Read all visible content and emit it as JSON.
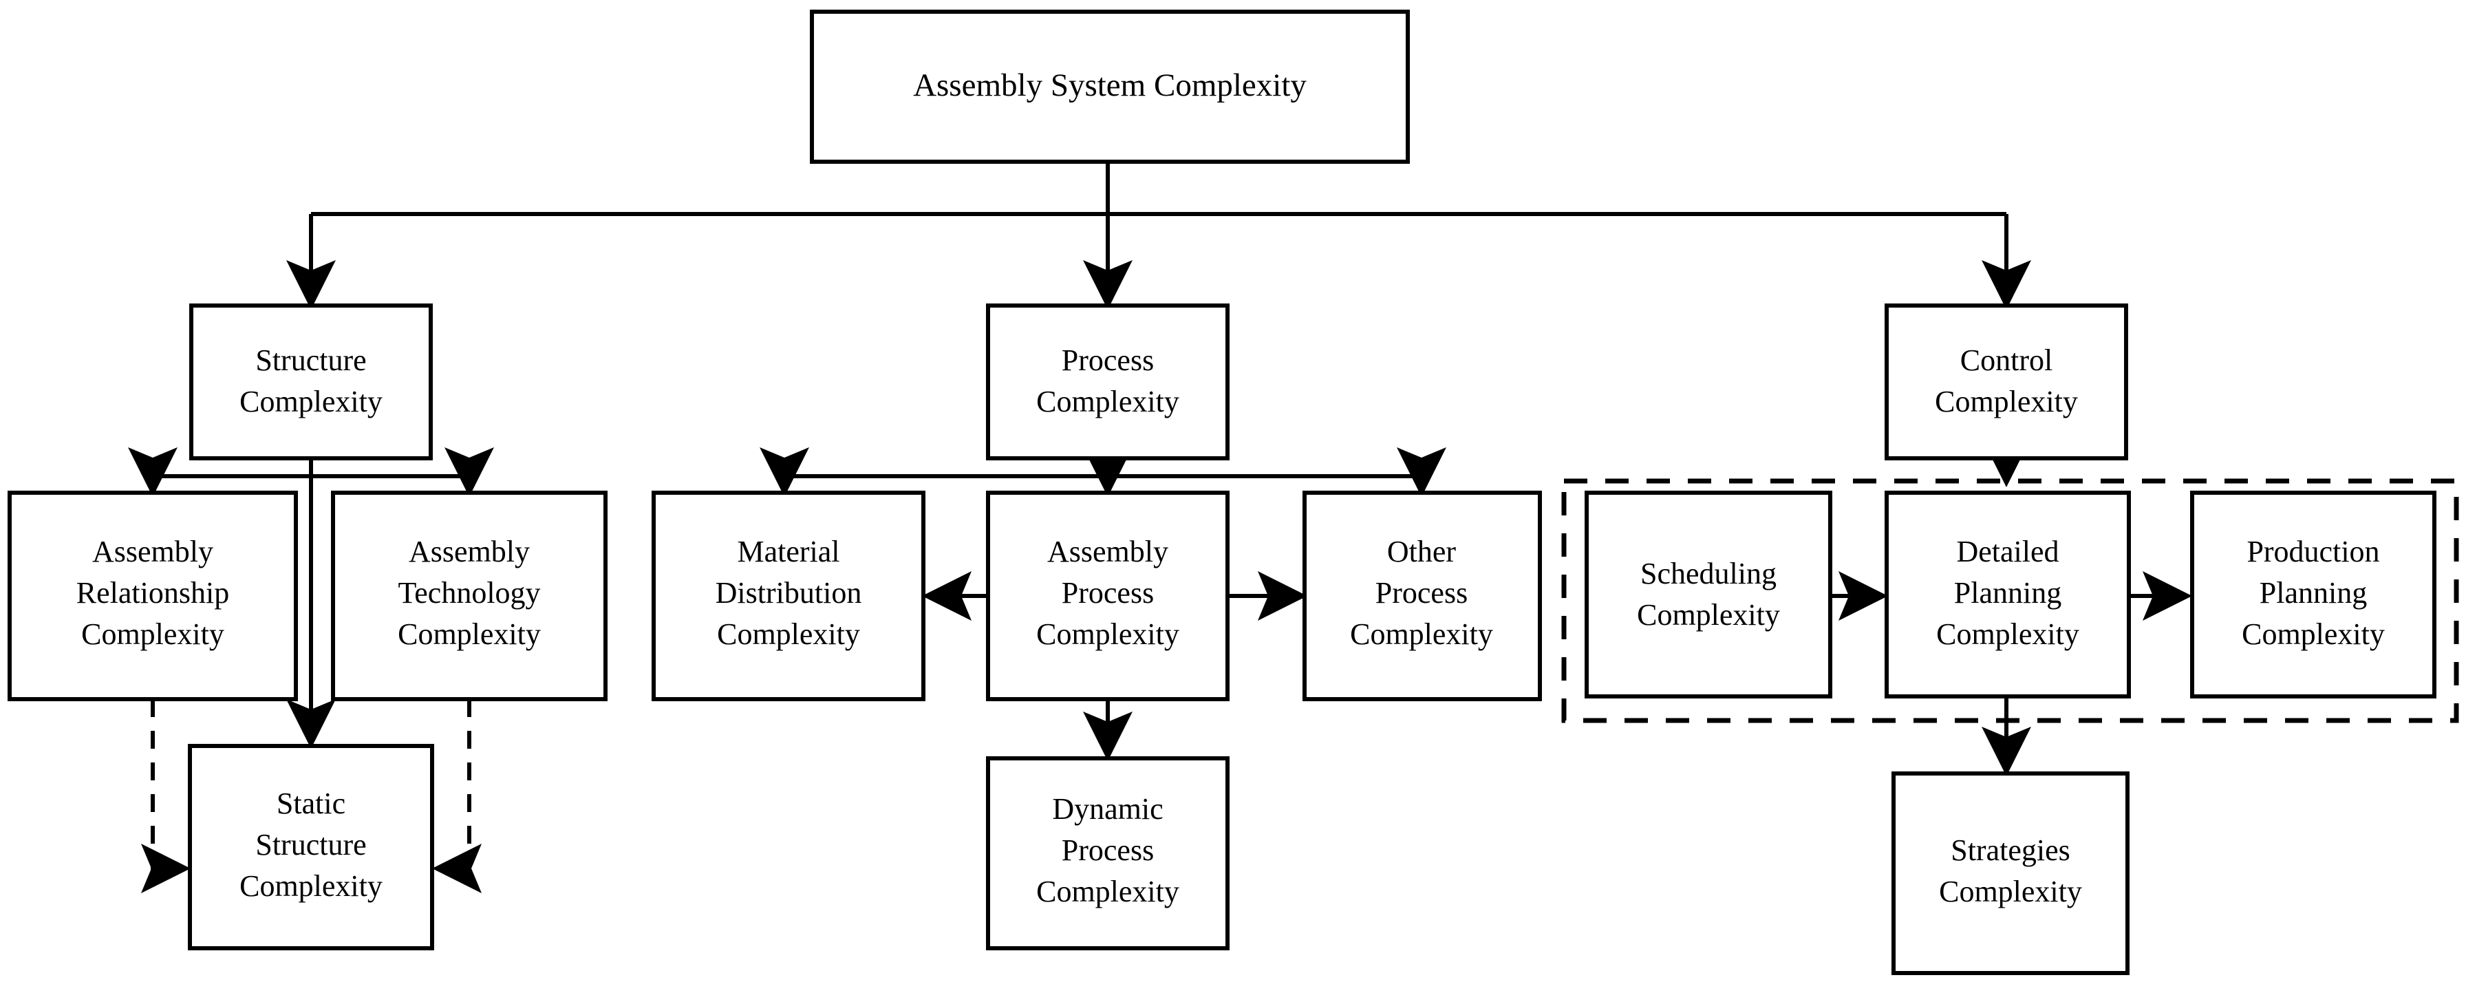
{
  "diagram": {
    "title": "Assembly System Complexity taxonomy",
    "colors": {
      "background": "#ffffff",
      "stroke": "#000000",
      "node_fill": "#ffffff"
    },
    "nodes": {
      "root": {
        "label": "Assembly System Complexity",
        "lines": [
          "Assembly System Complexity"
        ]
      },
      "structure": {
        "label": "Structure Complexity",
        "lines": [
          "Structure",
          "Complexity"
        ]
      },
      "process": {
        "label": "Process Complexity",
        "lines": [
          "Process",
          "Complexity"
        ]
      },
      "control": {
        "label": "Control Complexity",
        "lines": [
          "Control",
          "Complexity"
        ]
      },
      "assembly_relationship": {
        "label": "Assembly Relationship Complexity",
        "lines": [
          "Assembly",
          "Relationship",
          "Complexity"
        ]
      },
      "assembly_technology": {
        "label": "Assembly Technology Complexity",
        "lines": [
          "Assembly",
          "Technology",
          "Complexity"
        ]
      },
      "static_structure": {
        "label": "Static Structure Complexity",
        "lines": [
          "Static",
          "Structure",
          "Complexity"
        ]
      },
      "material_distribution": {
        "label": "Material Distribution Complexity",
        "lines": [
          "Material",
          "Distribution",
          "Complexity"
        ]
      },
      "assembly_process": {
        "label": "Assembly Process Complexity",
        "lines": [
          "Assembly",
          "Process",
          "Complexity"
        ]
      },
      "other_process": {
        "label": "Other Process Complexity",
        "lines": [
          "Other",
          "Process",
          "Complexity"
        ]
      },
      "dynamic_process": {
        "label": "Dynamic Process Complexity",
        "lines": [
          "Dynamic",
          "Process",
          "Complexity"
        ]
      },
      "scheduling": {
        "label": "Scheduling Complexity",
        "lines": [
          "Scheduling",
          "Complexity"
        ]
      },
      "detailed_planning": {
        "label": "Detailed Planning Complexity",
        "lines": [
          "Detailed",
          "Planning",
          "Complexity"
        ]
      },
      "production_planning": {
        "label": "Production Planning Complexity",
        "lines": [
          "Production",
          "Planning",
          "Complexity"
        ]
      },
      "strategies": {
        "label": "Strategies Complexity",
        "lines": [
          "Strategies",
          "Complexity"
        ]
      }
    },
    "group_box": {
      "name": "control-planning-group",
      "style": "dashed",
      "contains": [
        "Scheduling Complexity",
        "Detailed Planning Complexity",
        "Production Planning Complexity"
      ]
    },
    "edges": [
      {
        "from": "Assembly System Complexity",
        "to": "Structure Complexity",
        "style": "solid",
        "arrow": "down"
      },
      {
        "from": "Assembly System Complexity",
        "to": "Process Complexity",
        "style": "solid",
        "arrow": "down"
      },
      {
        "from": "Assembly System Complexity",
        "to": "Control Complexity",
        "style": "solid",
        "arrow": "down"
      },
      {
        "from": "Structure Complexity",
        "to": "Assembly Relationship Complexity",
        "style": "solid",
        "arrow": "down"
      },
      {
        "from": "Structure Complexity",
        "to": "Assembly Technology Complexity",
        "style": "solid",
        "arrow": "down"
      },
      {
        "from": "Structure Complexity",
        "to": "Static Structure Complexity",
        "style": "solid",
        "arrow": "down"
      },
      {
        "from": "Assembly Relationship Complexity",
        "to": "Static Structure Complexity",
        "style": "dashed",
        "arrow": "right"
      },
      {
        "from": "Assembly Technology Complexity",
        "to": "Static Structure Complexity",
        "style": "dashed",
        "arrow": "left"
      },
      {
        "from": "Process Complexity",
        "to": "Material Distribution Complexity",
        "style": "solid",
        "arrow": "down"
      },
      {
        "from": "Process Complexity",
        "to": "Assembly Process Complexity",
        "style": "solid",
        "arrow": "down"
      },
      {
        "from": "Process Complexity",
        "to": "Other Process Complexity",
        "style": "solid",
        "arrow": "down"
      },
      {
        "from": "Assembly Process Complexity",
        "to": "Material Distribution Complexity",
        "style": "solid",
        "arrow": "left"
      },
      {
        "from": "Assembly Process Complexity",
        "to": "Other Process Complexity",
        "style": "solid",
        "arrow": "right"
      },
      {
        "from": "Assembly Process Complexity",
        "to": "Dynamic Process Complexity",
        "style": "solid",
        "arrow": "down"
      },
      {
        "from": "Control Complexity",
        "to": "control-planning-group",
        "style": "solid",
        "arrow": "down"
      },
      {
        "from": "Scheduling Complexity",
        "to": "Detailed Planning Complexity",
        "style": "solid",
        "arrow": "right"
      },
      {
        "from": "Detailed Planning Complexity",
        "to": "Production Planning Complexity",
        "style": "solid",
        "arrow": "right"
      },
      {
        "from": "Detailed Planning Complexity",
        "to": "Strategies Complexity",
        "style": "solid",
        "arrow": "down"
      }
    ]
  }
}
